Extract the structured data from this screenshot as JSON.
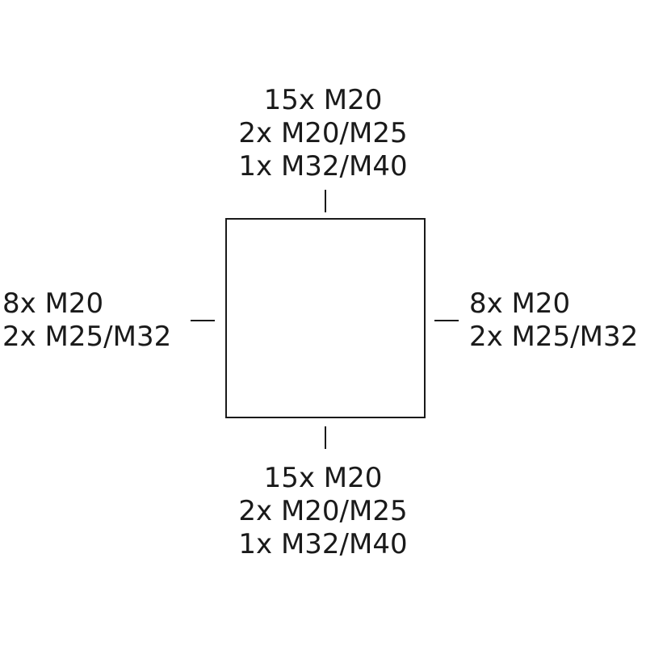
{
  "top": {
    "lines": [
      "15x M20",
      "2x M20/M25",
      "1x M32/M40"
    ]
  },
  "bottom": {
    "lines": [
      "15x M20",
      "2x M20/M25",
      "1x M32/M40"
    ]
  },
  "left": {
    "lines": [
      "8x M20",
      "2x M25/M32"
    ]
  },
  "right": {
    "lines": [
      "8x M20",
      "2x M25/M32"
    ]
  }
}
